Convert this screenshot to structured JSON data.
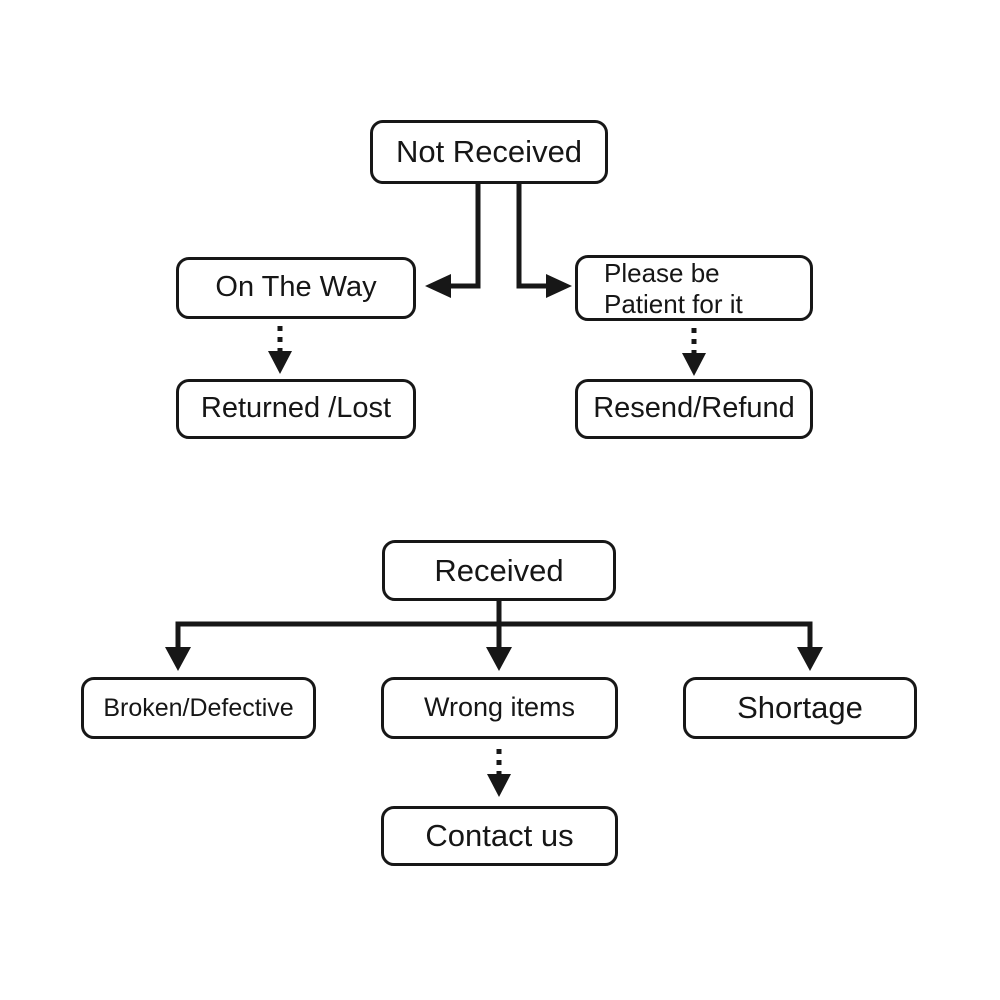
{
  "diagram": {
    "background_color": "#ffffff",
    "line_color": "#171717",
    "box_border_color": "#171717",
    "box_fill_color": "#ffffff",
    "text_color": "#161616",
    "nodes": {
      "not_received": {
        "label": "Not Received"
      },
      "on_the_way": {
        "label": "On The Way"
      },
      "please_be_patient": {
        "lines": [
          "Please be",
          "Patient for it"
        ]
      },
      "returned_lost": {
        "label": "Returned /Lost"
      },
      "resend_refund": {
        "label": "Resend/Refund"
      },
      "received": {
        "label": "Received"
      },
      "broken_defective": {
        "label": "Broken/Defective"
      },
      "wrong_items": {
        "label": "Wrong items"
      },
      "shortage": {
        "label": "Shortage"
      },
      "contact_us": {
        "label": "Contact us"
      }
    },
    "edges": [
      {
        "from": "Not Received",
        "to": "On The Way",
        "style": "solid"
      },
      {
        "from": "Not Received",
        "to": "Please be Patient for it",
        "style": "solid"
      },
      {
        "from": "On The Way",
        "to": "Returned /Lost",
        "style": "dotted"
      },
      {
        "from": "Please be Patient for it",
        "to": "Resend/Refund",
        "style": "dotted"
      },
      {
        "from": "Received",
        "to": "Broken/Defective",
        "style": "solid"
      },
      {
        "from": "Received",
        "to": "Wrong items",
        "style": "solid"
      },
      {
        "from": "Received",
        "to": "Shortage",
        "style": "solid"
      },
      {
        "from": "Wrong items",
        "to": "Contact us",
        "style": "dotted"
      }
    ]
  }
}
